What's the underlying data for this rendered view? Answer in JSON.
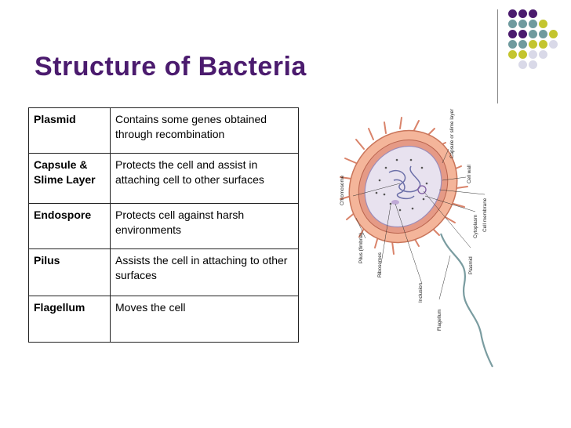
{
  "slide": {
    "title": "Structure of Bacteria"
  },
  "palette": {
    "title_color": "#4b1b6e",
    "purple": "#4b1b6e",
    "teal": "#6f9a9e",
    "olive": "#c4c52e",
    "lavender": "#d9d9e8"
  },
  "table": {
    "rows": [
      {
        "term": "Plasmid",
        "description": "Contains some genes obtained through recombination"
      },
      {
        "term": "Capsule & Slime Layer",
        "description": "Protects the cell and assist in attaching cell to other surfaces"
      },
      {
        "term": "Endospore",
        "description": "Protects cell against harsh environments"
      },
      {
        "term": "Pilus",
        "description": "Assists the cell in attaching to other surfaces"
      },
      {
        "term": "Flagellum",
        "description": "Moves the cell"
      }
    ]
  },
  "diagram": {
    "labels": {
      "capsule": "Capsule or slime layer",
      "cell_wall": "Cell wall",
      "cell_membrane": "Cell membrane",
      "cytoplasm": "Cytoplasm",
      "plasmid": "Plasmid",
      "chromosome": "Chromosome",
      "pilus": "Pilus (fimbria)",
      "ribosomes": "Ribosomes",
      "inclusion": "Inclusion",
      "flagellum": "Flagellum"
    }
  }
}
